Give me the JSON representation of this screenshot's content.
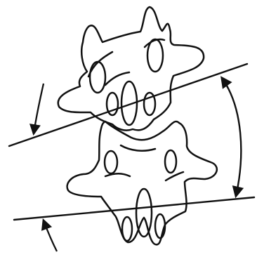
{
  "figure": {
    "background": "#ffffff",
    "stroke_color": "#111111",
    "contents": [
      "upper-vertebra-outline",
      "lower-vertebra-outline",
      "upper-endplate-line",
      "lower-endplate-line",
      "cobb-angle-arc-arrow",
      "left-upper-curved-arrow",
      "left-lower-curved-arrow"
    ]
  }
}
